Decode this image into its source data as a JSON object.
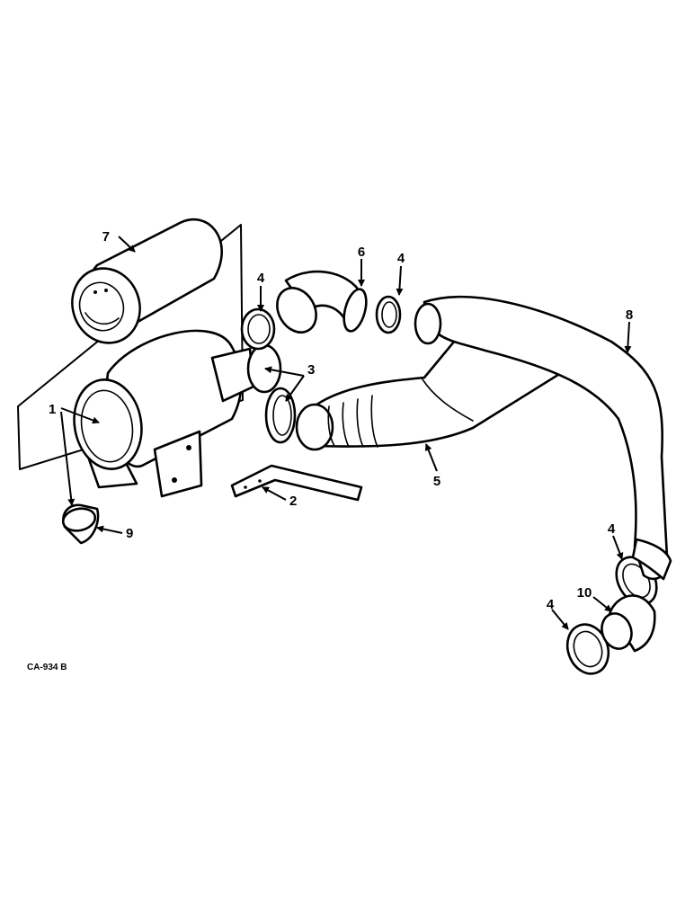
{
  "drawing_code": "CA-934 B",
  "callouts": [
    "1",
    "2",
    "3",
    "4",
    "4",
    "4",
    "4",
    "5",
    "6",
    "7",
    "8",
    "9",
    "10"
  ]
}
